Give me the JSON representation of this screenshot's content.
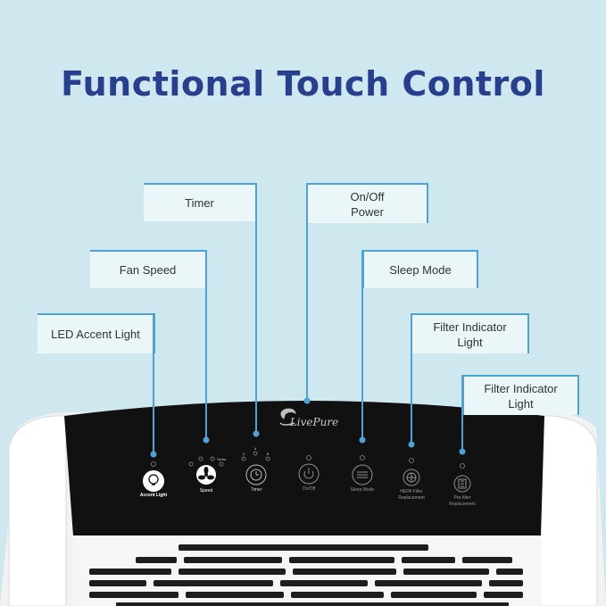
{
  "title": "Functional Touch Control",
  "brand": "LivePure",
  "callouts": {
    "timer": "Timer",
    "onoff_line1": "On/Off",
    "onoff_line2": "Power",
    "fan_speed": "Fan Speed",
    "sleep_mode": "Sleep Mode",
    "led_accent": "LED Accent Light",
    "filter1_line1": "Filter Indicator",
    "filter1_line2": "Light",
    "filter2_line1": "Filter Indicator",
    "filter2_line2": "Light"
  },
  "panel": {
    "accent_light": "Accent Light",
    "speed": "Speed",
    "timer": "Timer",
    "onoff": "On/Off",
    "sleep_mode": "Sleep Mode",
    "hepa_line1": "HEPA Filter",
    "hepa_line2": "Replacement",
    "prefilter_line1": "Pre-filter",
    "prefilter_line2": "Replacement",
    "speed_turbo": "Turbo",
    "timer_2": "2",
    "timer_4": "4",
    "timer_8": "8"
  },
  "colors": {
    "background": "#cfe7ee",
    "title": "#273f8e",
    "callout_line": "#4da3d8",
    "panel": "#101010",
    "body": "#f4f4f4"
  }
}
